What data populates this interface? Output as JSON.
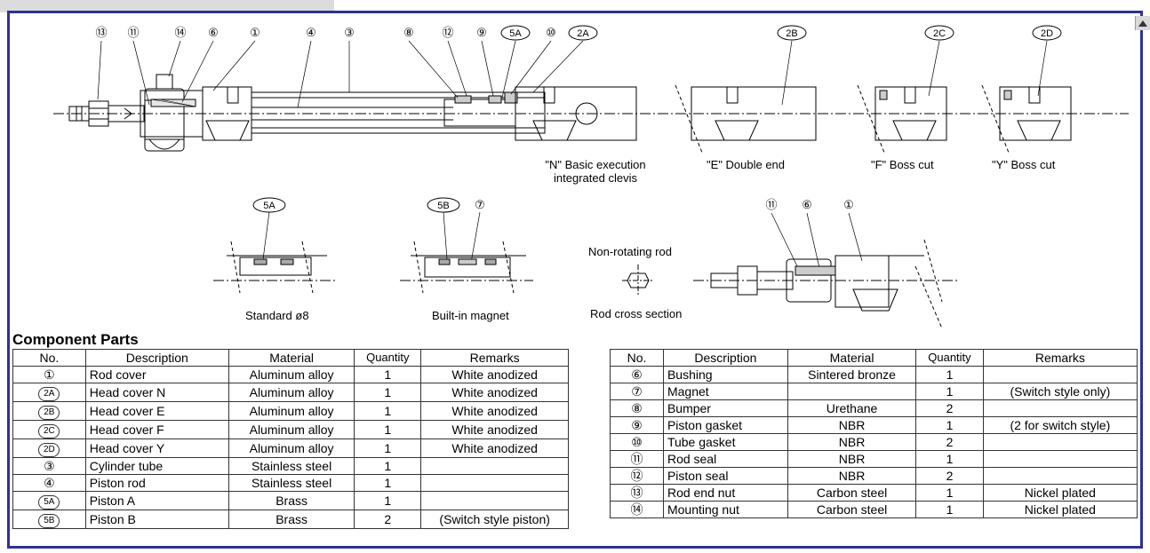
{
  "drawing": {
    "top_callouts": [
      "⑬",
      "⑪",
      "⑭",
      "⑥",
      "①",
      "④",
      "③",
      "⑧",
      "⑫",
      "⑨",
      "5A",
      "⑩",
      "2A",
      "2B",
      "2C",
      "2D"
    ],
    "views": {
      "n_label": "\"N\" Basic execution",
      "n_label2": "integrated clevis",
      "e_label": "\"E\" Double end",
      "f_label": "\"F\" Boss cut",
      "y_label": "\"Y\" Boss cut"
    },
    "piston": {
      "std_callout": "5A",
      "std_label": "Standard ø8",
      "mag_callout": "5B",
      "mag_callout2": "⑦",
      "mag_label": "Built-in magnet"
    },
    "nonrot": {
      "title": "Non-rotating rod",
      "section": "Rod cross section",
      "callouts": [
        "⑪",
        "⑥",
        "①"
      ]
    }
  },
  "parts": {
    "heading": "Component Parts",
    "headers": [
      "No.",
      "Description",
      "Material",
      "Quantity",
      "Remarks"
    ],
    "left": [
      {
        "no": "①",
        "desc": "Rod cover",
        "mat": "Aluminum alloy",
        "qty": "1",
        "rem": "White anodized"
      },
      {
        "no": "2A",
        "desc": "Head cover N",
        "mat": "Aluminum alloy",
        "qty": "1",
        "rem": "White anodized"
      },
      {
        "no": "2B",
        "desc": "Head cover E",
        "mat": "Aluminum alloy",
        "qty": "1",
        "rem": "White anodized"
      },
      {
        "no": "2C",
        "desc": "Head cover F",
        "mat": "Aluminum alloy",
        "qty": "1",
        "rem": "White anodized"
      },
      {
        "no": "2D",
        "desc": "Head cover Y",
        "mat": "Aluminum alloy",
        "qty": "1",
        "rem": "White anodized"
      },
      {
        "no": "③",
        "desc": "Cylinder tube",
        "mat": "Stainless steel",
        "qty": "1",
        "rem": ""
      },
      {
        "no": "④",
        "desc": "Piston rod",
        "mat": "Stainless steel",
        "qty": "1",
        "rem": ""
      },
      {
        "no": "5A",
        "desc": "Piston A",
        "mat": "Brass",
        "qty": "1",
        "rem": ""
      },
      {
        "no": "5B",
        "desc": "Piston B",
        "mat": "Brass",
        "qty": "2",
        "rem": "(Switch style piston)"
      }
    ],
    "right": [
      {
        "no": "⑥",
        "desc": "Bushing",
        "mat": "Sintered bronze",
        "qty": "1",
        "rem": ""
      },
      {
        "no": "⑦",
        "desc": "Magnet",
        "mat": "",
        "qty": "1",
        "rem": "(Switch style only)"
      },
      {
        "no": "⑧",
        "desc": "Bumper",
        "mat": "Urethane",
        "qty": "2",
        "rem": ""
      },
      {
        "no": "⑨",
        "desc": "Piston gasket",
        "mat": "NBR",
        "qty": "1",
        "rem": "(2 for switch style)"
      },
      {
        "no": "⑩",
        "desc": "Tube gasket",
        "mat": "NBR",
        "qty": "2",
        "rem": ""
      },
      {
        "no": "⑪",
        "desc": "Rod seal",
        "mat": "NBR",
        "qty": "1",
        "rem": ""
      },
      {
        "no": "⑫",
        "desc": "Piston seal",
        "mat": "NBR",
        "qty": "2",
        "rem": ""
      },
      {
        "no": "⑬",
        "desc": "Rod end nut",
        "mat": "Carbon steel",
        "qty": "1",
        "rem": "Nickel plated"
      },
      {
        "no": "⑭",
        "desc": "Mounting nut",
        "mat": "Carbon steel",
        "qty": "1",
        "rem": "Nickel plated"
      }
    ]
  }
}
